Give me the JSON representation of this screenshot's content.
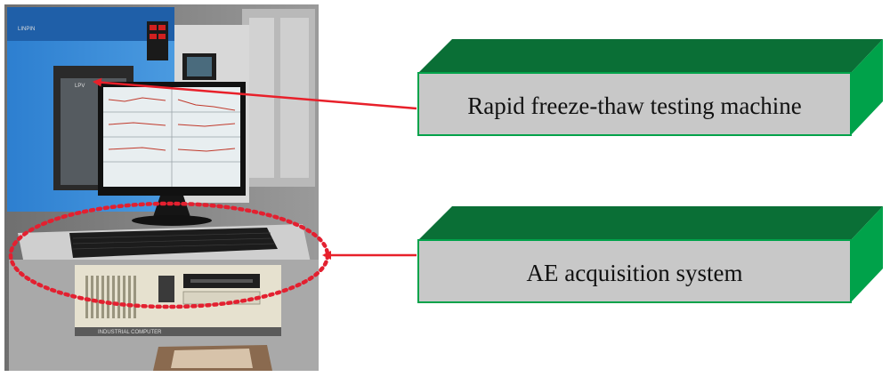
{
  "labels": {
    "top": "Rapid freeze-thaw testing machine",
    "bottom": "AE acquisition system"
  },
  "photo": {
    "chamber_brand": "LINPIN",
    "chamber_screen": "LPV",
    "computer_badge": "INDUSTRIAL COMPUTER"
  },
  "colors": {
    "box_face": "#c8c8c8",
    "box_border": "#00a24a",
    "box_top": "#0a6f36",
    "box_side": "#00a24a",
    "arrow": "#e8202a",
    "ellipse": "#e32030"
  }
}
